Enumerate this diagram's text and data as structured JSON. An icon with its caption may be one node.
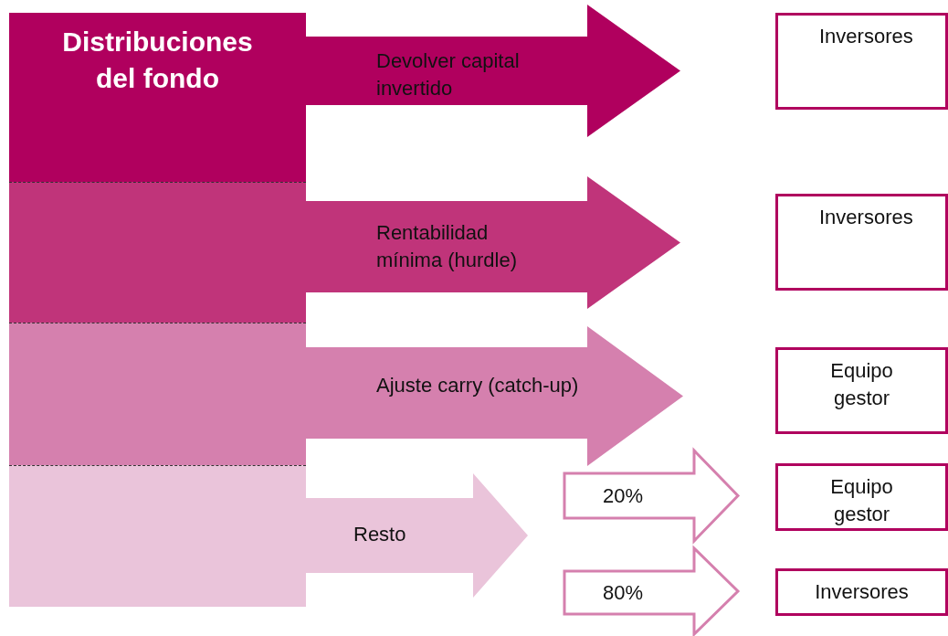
{
  "diagram": {
    "nodes": [
      {
        "text": [
          "Distribuciones del fondo"
        ]
      },
      {
        "text": [],
        "shape": "bar"
      },
      {
        "text": [],
        "shape": "bar"
      },
      {
        "text": [],
        "shape": "bar"
      },
      {
        "text": [
          "Inversores"
        ]
      },
      {
        "text": [
          "Inversores"
        ]
      },
      {
        "text": [
          "Equipo gestor"
        ]
      },
      {
        "text": [
          "Resto"
        ]
      },
      {
        "text": [
          "Equipo gestor"
        ]
      },
      {
        "text": [
          "Inversores"
        ]
      }
    ],
    "edges": [
      {
        "from": 0,
        "to": 4,
        "arrow": "to",
        "label": "Devolver capital invertido",
        "style": "thick",
        "color": "#b0005e"
      },
      {
        "from": 1,
        "to": 5,
        "arrow": "to",
        "label": "Rentabilidad mínima (hurdle)",
        "style": "thick",
        "color": "#c0347a"
      },
      {
        "from": 2,
        "to": 6,
        "arrow": "to",
        "label": "Ajuste carry (catch-up)",
        "style": "thick",
        "color": "#d580ae"
      },
      {
        "from": 7,
        "to": 8,
        "arrow": "to",
        "label": "20%",
        "color": "#d580ae"
      },
      {
        "from": 7,
        "to": 9,
        "arrow": "to",
        "label": "80%",
        "color": "#d580ae"
      }
    ]
  }
}
